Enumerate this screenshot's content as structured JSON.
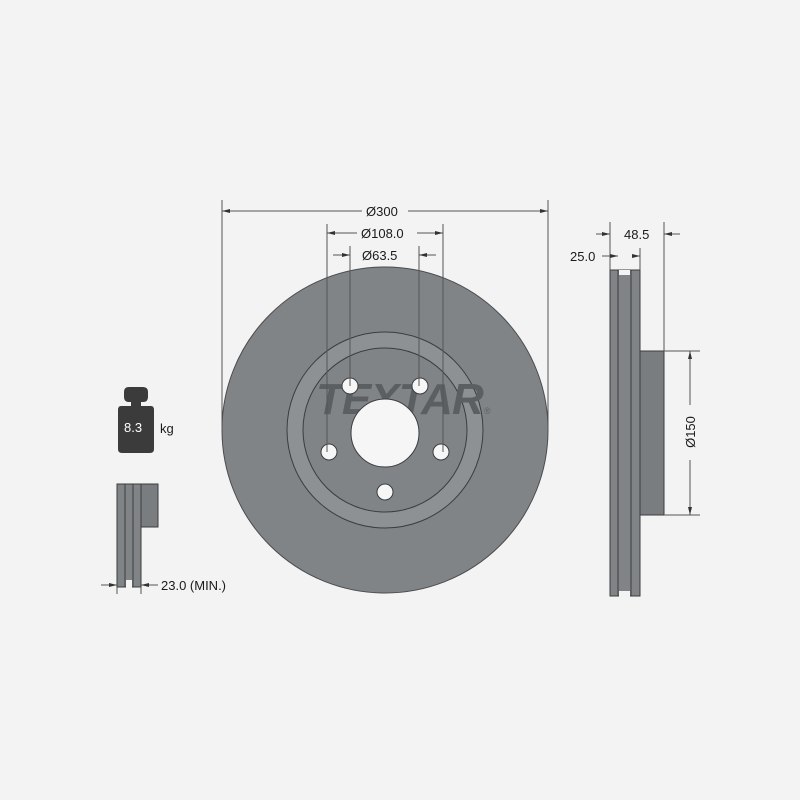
{
  "brand": {
    "name": "TEXTAR",
    "registered_mark": "®"
  },
  "colors": {
    "background": "#f3f3f3",
    "disc": "#818487",
    "disc_ring": "#8e9194",
    "disc_dark": "#6f7276",
    "outline": "#3a3c3e",
    "dimension_line": "#555555",
    "text": "#1a1a1a",
    "weight_icon": "#3b3b3b"
  },
  "front_view": {
    "outer_diameter_label": "Ø300",
    "bolt_circle_diameter_label": "Ø108.0",
    "center_bore_diameter_label": "Ø63.5",
    "bolt_holes": 5
  },
  "side_view": {
    "overall_height_label": "48.5",
    "thickness_label": "25.0",
    "hat_diameter_label": "Ø150"
  },
  "weight": {
    "value": "8.3",
    "unit": "kg",
    "icon": "weight-icon"
  },
  "min_thickness": {
    "label": "23.0 (MIN.)"
  }
}
